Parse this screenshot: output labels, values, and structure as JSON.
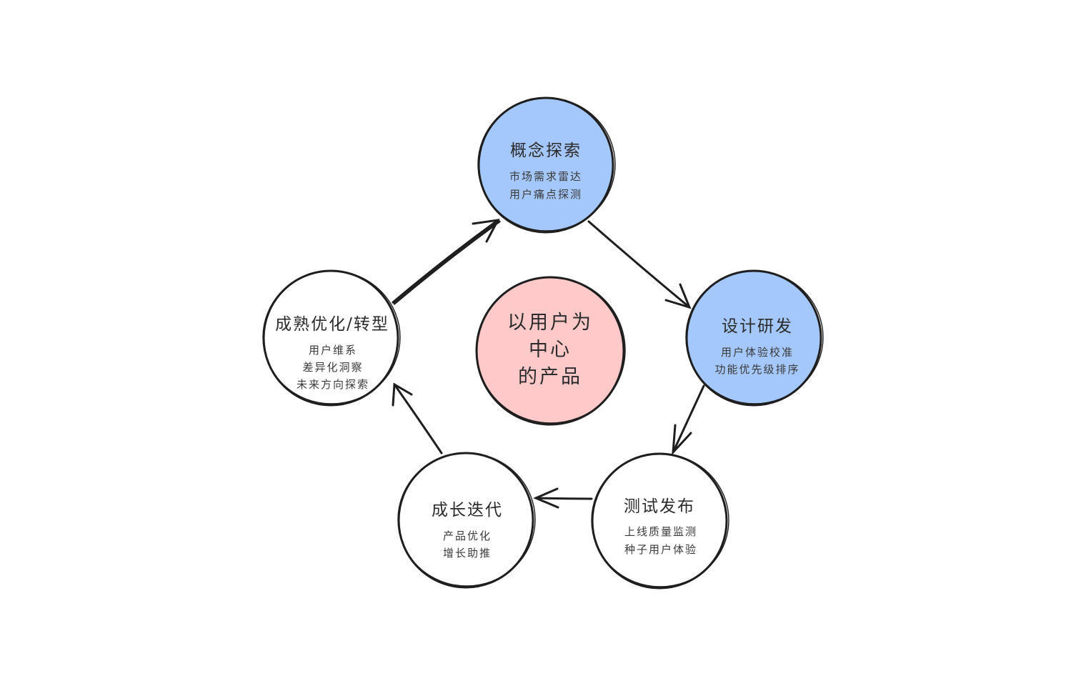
{
  "diagram": {
    "colors": {
      "highlight_fill": "#a5c8fc",
      "neutral_fill": "#ffffff",
      "center_fill": "#ffc9c9",
      "stroke": "#1e1e1e"
    },
    "center": {
      "lines": [
        "以用户为",
        "中心",
        "的产品"
      ]
    },
    "nodes": [
      {
        "id": "concept",
        "title": "概念探索",
        "lines": [
          "市场需求雷达",
          "用户痛点探测"
        ],
        "highlight": true
      },
      {
        "id": "design",
        "title": "设计研发",
        "lines": [
          "用户体验校准",
          "功能优先级排序"
        ],
        "highlight": true
      },
      {
        "id": "release",
        "title": "测试发布",
        "lines": [
          "上线质量监测",
          "种子用户体验"
        ],
        "highlight": false
      },
      {
        "id": "growth",
        "title": "成长迭代",
        "lines": [
          "产品优化",
          "增长助推"
        ],
        "highlight": false
      },
      {
        "id": "mature",
        "title": "成熟优化/转型",
        "lines": [
          "用户维系",
          "差异化洞察",
          "未来方向探索"
        ],
        "highlight": false
      }
    ],
    "arrows": [
      {
        "from": "concept",
        "to": "design"
      },
      {
        "from": "design",
        "to": "release"
      },
      {
        "from": "release",
        "to": "growth"
      },
      {
        "from": "growth",
        "to": "mature"
      },
      {
        "from": "mature",
        "to": "concept"
      }
    ]
  }
}
